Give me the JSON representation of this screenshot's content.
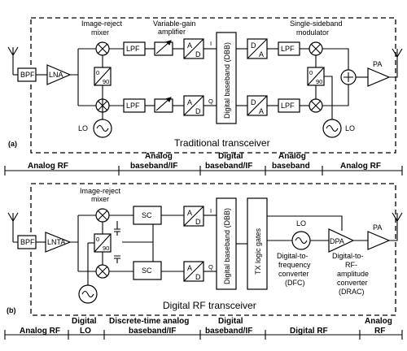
{
  "top": {
    "image_reject_mixer": "Image-reject",
    "image_reject_mixer2": "mixer",
    "vga": "Variable-gain",
    "vga2": "amplifier",
    "ssb": "Single-sideband",
    "ssb2": "modulator",
    "bpf": "BPF",
    "lna": "LNA",
    "lpf": "LPF",
    "a": "A",
    "d": "D",
    "i": "I",
    "q": "Q",
    "dbb": "Digital baseband (DBB)",
    "phase0": "0",
    "phase90": "90",
    "lo": "LO",
    "pa": "PA",
    "caption": "Traditional transceiver",
    "tag": "(a)"
  },
  "mid_sections": {
    "analog_rf": "Analog RF",
    "analog_bb1": "Analog",
    "analog_bb2": "baseband/IF",
    "digital_bb1": "Digital",
    "digital_bb2": "baseband/IF",
    "analog_base1": "Analog",
    "analog_base2": "baseband",
    "analog_rf2": "Analog RF"
  },
  "bottom": {
    "image_reject_mixer": "Image-reject",
    "image_reject_mixer2": "mixer",
    "bpf": "BPF",
    "lnta": "LNTA",
    "sc": "SC",
    "dbb": "Digital baseband (DBB)",
    "tx_logic": "TX logic gates",
    "lo": "LO",
    "dpa": "DPA",
    "pa": "PA",
    "dfc1": "Digital-to-",
    "dfc2": "frequency",
    "dfc3": "converter",
    "dfc4": "(DFC)",
    "drac1": "Digital-to-",
    "drac2": "RF-",
    "drac3": "amplitude",
    "drac4": "converter",
    "drac5": "(DRAC)",
    "caption": "Digital RF transceiver",
    "tag": "(b)"
  },
  "bottom_sections": {
    "analog_rf": "Analog RF",
    "digital_lo1": "Digital",
    "digital_lo2": "LO",
    "dt1": "Discrete-time analog",
    "dt2": "baseband/IF",
    "digital_bb1": "Digital",
    "digital_bb2": "baseband/IF",
    "digital_rf": "Digital RF",
    "analog_rf1": "Analog",
    "analog_rf2": "RF"
  }
}
